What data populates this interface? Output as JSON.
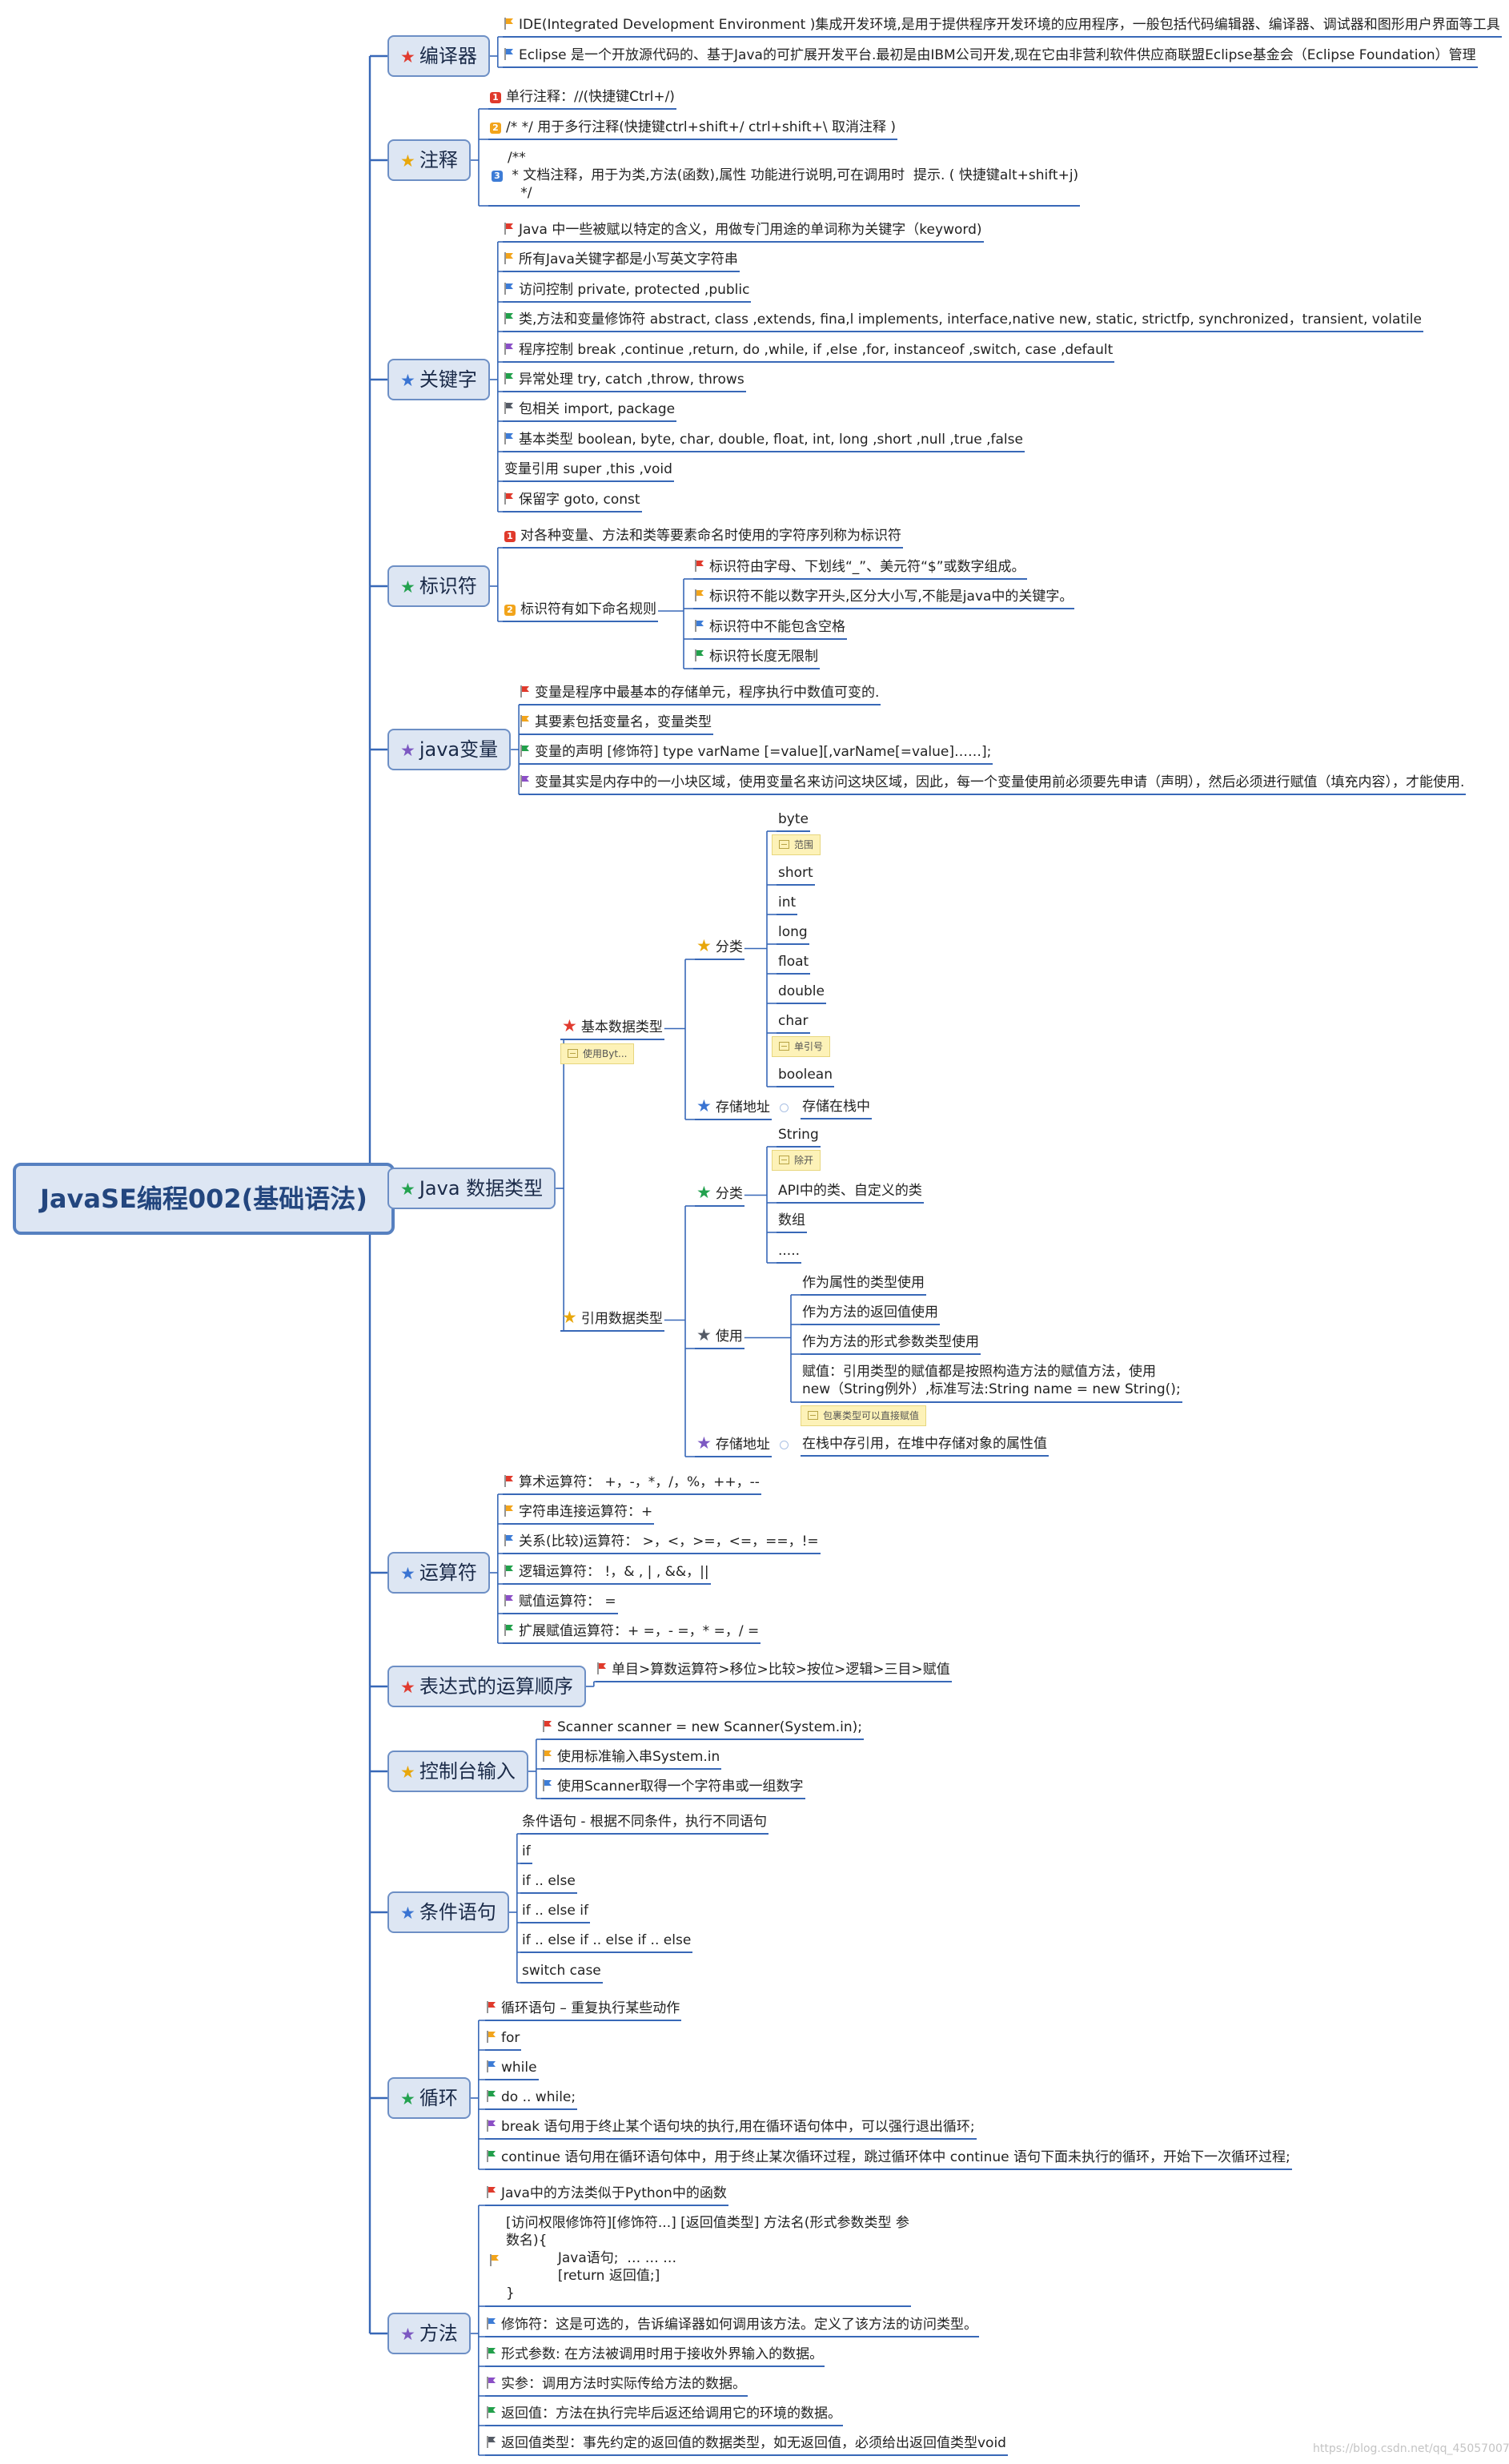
{
  "root": "JavaSE编程002(基础语法)",
  "topics": {
    "t1": "编译器",
    "t2": "注释",
    "t3": "关键字",
    "t4": "标识符",
    "t5": "java变量",
    "t6": "Java 数据类型",
    "t7": "运算符",
    "t8": "表达式的运算顺序",
    "t9": "控制台输入",
    "t10": "条件语句",
    "t11": "循环",
    "t12": "方法"
  },
  "nodes": {
    "c1_1": "IDE(Integrated Development Environment )集成开发环境,是用于提供程序开发环境的应用程序，一般包括代码编辑器、编译器、调试器和图形用户界面等工具",
    "c1_2": "Eclipse 是一个开放源代码的、基于Java的可扩展开发平台.最初是由IBM公司开发,现在它由非营利软件供应商联盟Eclipse基金会（Eclipse Foundation）管理",
    "c2_1": "单行注释：//(快捷键Ctrl+/)",
    "c2_2": "/*      */  用于多行注释(快捷键ctrl+shift+/    ctrl+shift+\\ 取消注释 )",
    "c2_3": "/**\n * 文档注释，用于为类,方法(函数),属性 功能进行说明,可在调用时  提示. ( 快捷键alt+shift+j)\n   */",
    "c3_1": "Java 中一些被赋以特定的含义，用做专门用途的单词称为关键字（keyword)",
    "c3_2": "所有Java关键字都是小写英文字符串",
    "c3_3": "访问控制 private, protected ,public",
    "c3_4": "类,方法和变量修饰符 abstract, class ,extends, fina,l implements, interface,native new, static, strictfp, synchronized，transient, volatile",
    "c3_5": "程序控制 break ,continue ,return, do ,while, if ,else ,for, instanceof ,switch, case ,default",
    "c3_6": "异常处理 try, catch ,throw, throws",
    "c3_7": "包相关 import, package",
    "c3_8": "基本类型 boolean, byte, char, double, float, int, long ,short ,null ,true ,false",
    "c3_9": "变量引用 super ,this ,void",
    "c3_10": "保留字 goto, const",
    "c4_1": "对各种变量、方法和类等要素命名时使用的字符序列称为标识符",
    "c4_2": "标识符有如下命名规则",
    "c4_2a": "标识符由字母、下划线“_”、美元符“$”或数字组成。",
    "c4_2b": "标识符不能以数字开头,区分大小写,不能是java中的关键字。",
    "c4_2c": "标识符中不能包含空格",
    "c4_2d": "标识符长度无限制",
    "c5_1": "变量是程序中最基本的存储单元，程序执行中数值可变的.",
    "c5_2": "其要素包括变量名，变量类型",
    "c5_3": "变量的声明 [修饰符] type varName [=value][,varName[=value]……];",
    "c5_4": "变量其实是内存中的一小块区域，使用变量名来访问这块区域，因此，每一个变量使用前必须要先申请（声明），然后必须进行赋值（填充内容），才能使用.",
    "b1": "基本数据类型",
    "b1_note": "使用Byt...",
    "b1a": "分类",
    "p_byte": "byte",
    "p_note1": "范围",
    "p_short": "short",
    "p_int": "int",
    "p_long": "long",
    "p_float": "float",
    "p_double": "double",
    "p_char": "char",
    "p_note2": "单引号",
    "p_boolean": "boolean",
    "b1b": "存储地址",
    "b1b_v": "存储在栈中",
    "b2": "引用数据类型",
    "b2a": "分类",
    "r_string": "String",
    "r_note": "除开",
    "r_api": "API中的类、自定义的类",
    "r_arr": "数组",
    "r_dots": ".....",
    "b2b": "使用",
    "u1": "作为属性的类型使用",
    "u2": "作为方法的返回值使用",
    "u3": "作为方法的形式参数类型使用",
    "u4": "赋值：引用类型的赋值都是按照构造方法的赋值方法，使用\nnew（String例外）,标准写法:String name = new String();",
    "u_note": "包裹类型可以直接赋值",
    "b2c": "存储地址",
    "b2c_v": "在栈中存引用，在堆中存储对象的属性值",
    "c7_1": "算术运算符：  +，-，*，/，%，++，--",
    "c7_2": "字符串连接运算符：+",
    "c7_3": "关系(比较)运算符：  >，<，>=，<=，==，!=",
    "c7_4": "逻辑运算符：  !，& , | , &&，||",
    "c7_5": "赋值运算符：   =",
    "c7_6": "扩展赋值运算符：+ =，- =，* =，/ =",
    "c8_1": "单目>算数运算符>移位>比较>按位>逻辑>三目>赋值",
    "c9_1": "Scanner scanner = new Scanner(System.in);",
    "c9_2": "使用标准输入串System.in",
    "c9_3": "使用Scanner取得一个字符串或一组数字",
    "c10_1": "条件语句 - 根据不同条件，执行不同语句",
    "c10_2": "if",
    "c10_3": "if .. else",
    "c10_4": "if .. else if",
    "c10_5": "if .. else if .. else if .. else",
    "c10_6": "switch case",
    "c11_1": "循环语句 – 重复执行某些动作",
    "c11_2": "for",
    "c11_3": "while",
    "c11_4": "do .. while;",
    "c11_5": "break 语句用于终止某个语句块的执行,用在循环语句体中，可以强行退出循环;",
    "c11_6": "continue 语句用在循环语句体中，用于终止某次循环过程，跳过循环体中 continue 语句下面未执行的循环，开始下一次循环过程;",
    "c12_1": "Java中的方法类似于Python中的函数",
    "c12_2": "[访问权限修饰符][修饰符...] [返回值类型] 方法名(形式参数类型 参\n数名){\n            Java语句;  … … …\n            [return 返回值;]\n}",
    "c12_3": "修饰符：这是可选的，告诉编译器如何调用该方法。定义了该方法的访问类型。",
    "c12_4": "形式参数:          在方法被调用时用于接收外界输入的数据。",
    "c12_5": "实参：调用方法时实际传给方法的数据。",
    "c12_6": "返回值：方法在执行完毕后返还给调用它的环境的数据。",
    "c12_7": "返回值类型：事先约定的返回值的数据类型，如无返回值，必须给出返回值类型void"
  },
  "watermark": "https://blog.csdn.net/qq_45057007",
  "colors": {
    "line": "#3868b7",
    "flag_red": "#e03a2c",
    "flag_orange": "#f2a41b",
    "flag_blue": "#3d7cd6",
    "flag_green": "#22a04b",
    "flag_purple": "#8b4fc6",
    "flag_dark": "#555b66",
    "star_red": "#e13b2f",
    "star_green": "#23a24f",
    "star_orange": "#e8a70c",
    "star_blue": "#3a74d2",
    "star_purple": "#7c58c2",
    "topic_fill": "#dde6f3",
    "note_fill": "#fdf2b8"
  },
  "icon_names": [
    "flag-icon",
    "star-icon",
    "priority-number-icon",
    "note-icon",
    "collapse-dot-icon"
  ]
}
